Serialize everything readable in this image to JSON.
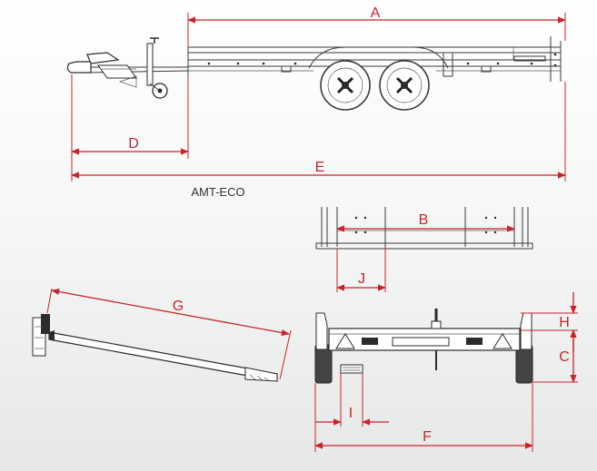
{
  "title": "AMT-ECO",
  "dimension_labels": {
    "A": "A",
    "B": "B",
    "C": "C",
    "D": "D",
    "E": "E",
    "F": "F",
    "G": "G",
    "H": "H",
    "I": "I",
    "J": "J"
  },
  "colors": {
    "dimension": "#c9232b",
    "outline": "#3a3a3a",
    "background_top": "#ffffff",
    "background_bottom": "#e6e8e8"
  }
}
